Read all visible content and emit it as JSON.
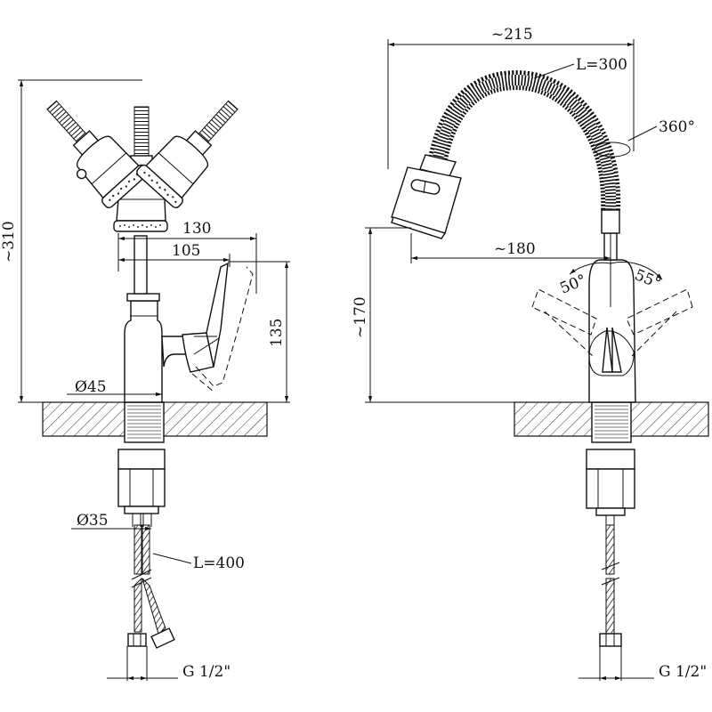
{
  "side_view": {
    "height_total": "~310",
    "width_handle_reach": "130",
    "width_body_reach": "105",
    "height_handle": "135",
    "body_diameter": "Ø45",
    "shank_diameter": "Ø35",
    "hose_length": "L=400",
    "thread": "G 1/2\""
  },
  "front_view": {
    "width_total": "~215",
    "flex_length": "L=300",
    "rotation": "360°",
    "spout_reach": "~180",
    "spout_height": "~170",
    "lever_angle_left": "50°",
    "lever_angle_right": "55°",
    "thread": "G 1/2\""
  }
}
